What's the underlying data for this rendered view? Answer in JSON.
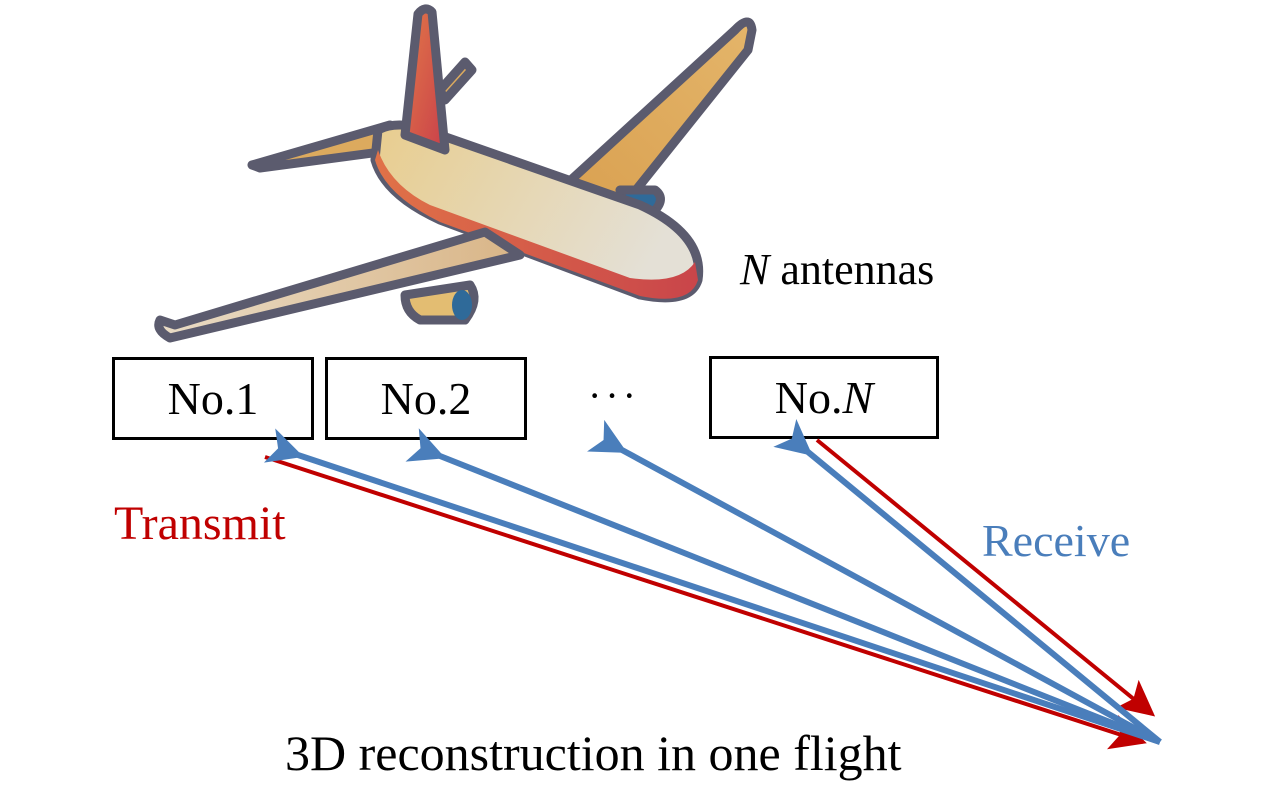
{
  "colors": {
    "transmit": "#c00000",
    "receive": "#4a7ebb",
    "outline": "#5b5b6e",
    "fuselage_light": "#e3dcc8",
    "fuselage_top": "#e6cf94",
    "accent_red": "#d9553a",
    "wing": "#dca759",
    "engine_blue": "#2f6a99"
  },
  "aircraft": {
    "icon": "airplane-icon",
    "caption_prefix": "N",
    "caption_suffix": " antennas"
  },
  "antennas": [
    {
      "prefix": "No.",
      "index": "1",
      "italic": false
    },
    {
      "prefix": "No.",
      "index": "2",
      "italic": false
    },
    {
      "prefix": "No.",
      "index": "N",
      "italic": true
    }
  ],
  "ellipsis": "···",
  "signals": {
    "transmit_label": "Transmit",
    "receive_label": "Receive",
    "transmit_count": 2,
    "receive_count": 4
  },
  "caption": "3D reconstruction in one flight"
}
